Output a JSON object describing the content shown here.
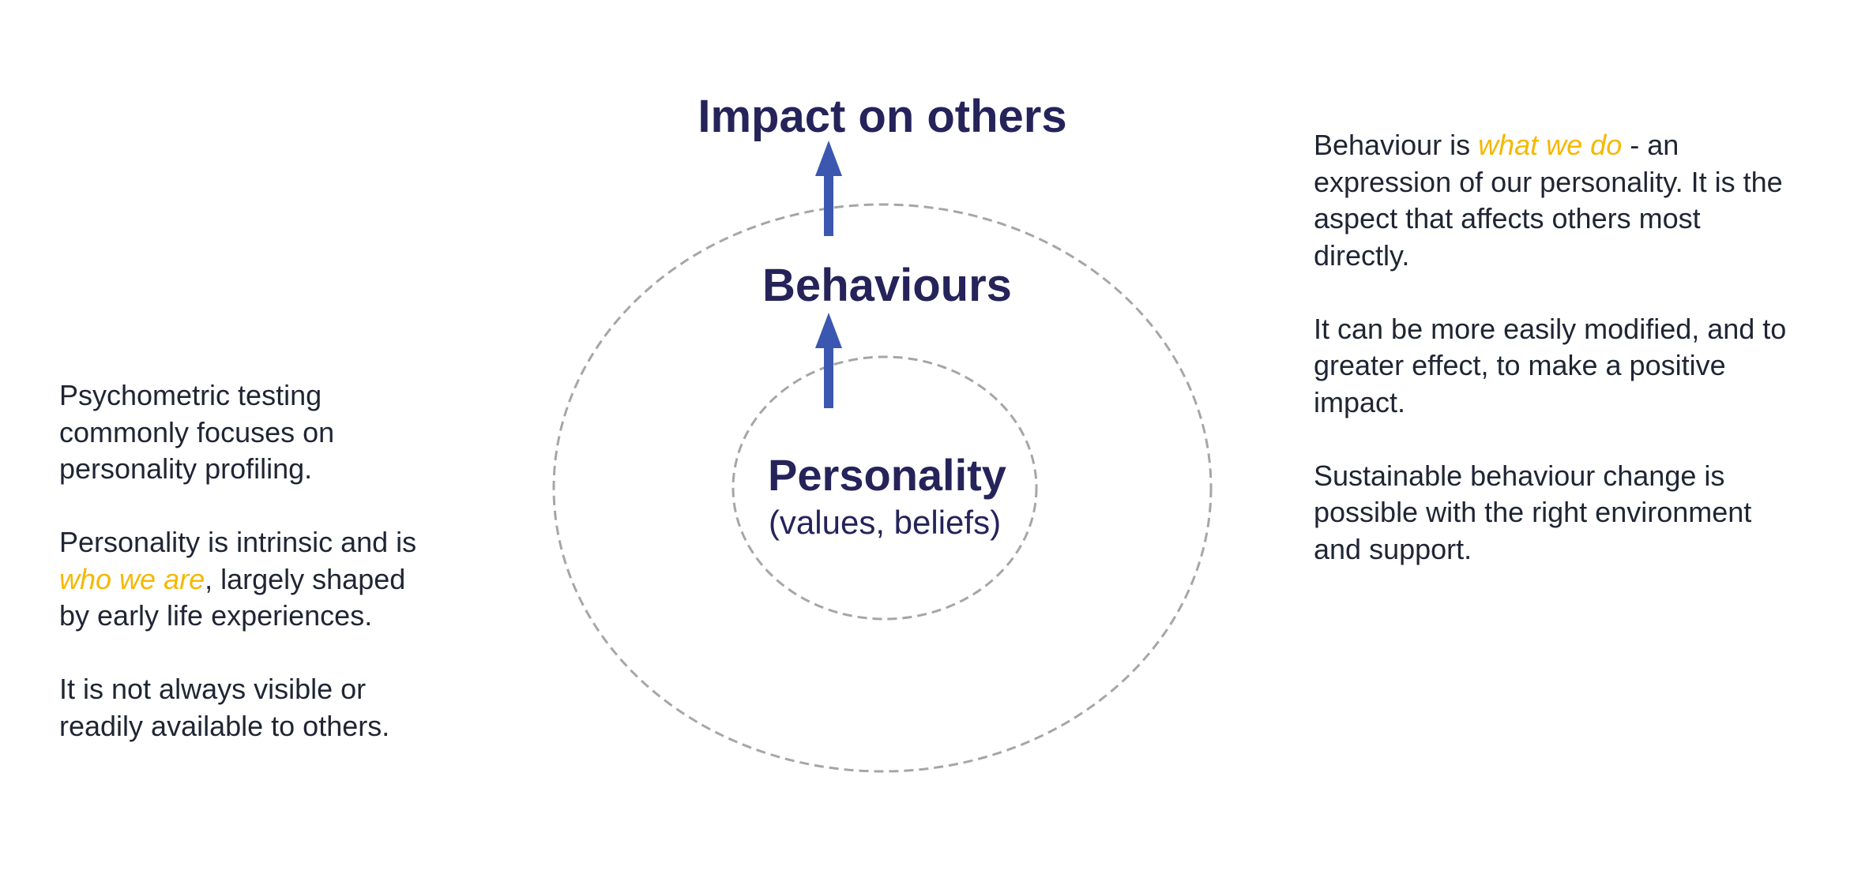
{
  "colors": {
    "heading": "#25235a",
    "arrow": "#3c57b0",
    "ring": "#a6a6a6",
    "highlight": "#f5b800",
    "body_text": "#1f2533"
  },
  "diagram": {
    "impact_label": "Impact on others",
    "behaviours_label": "Behaviours",
    "personality_label": "Personality",
    "personality_sub": "(values, beliefs)"
  },
  "left_text": {
    "p1": [
      "Psychometric testing",
      "commonly focuses on",
      "personality profiling."
    ],
    "p2_l1": "Personality is intrinsic and is",
    "p2_l2_highlight": "who we are",
    "p2_l2_rest": ", largely shaped",
    "p2_l3": "by early life experiences.",
    "p3": [
      "It is not always visible or",
      "readily available to others."
    ]
  },
  "right_text": {
    "p1_l1_pre": "Behaviour is ",
    "p1_l1_highlight": "what we do",
    "p1_l1_post": " - an",
    "p1_rest": [
      "expression of our personality. It is the",
      "aspect that affects others most",
      "directly."
    ],
    "p2": [
      "It can be more easily modified, and to",
      "greater effect, to make a positive",
      "impact."
    ],
    "p3": [
      "Sustainable behaviour change is",
      "possible with the right environment",
      "and support."
    ]
  }
}
